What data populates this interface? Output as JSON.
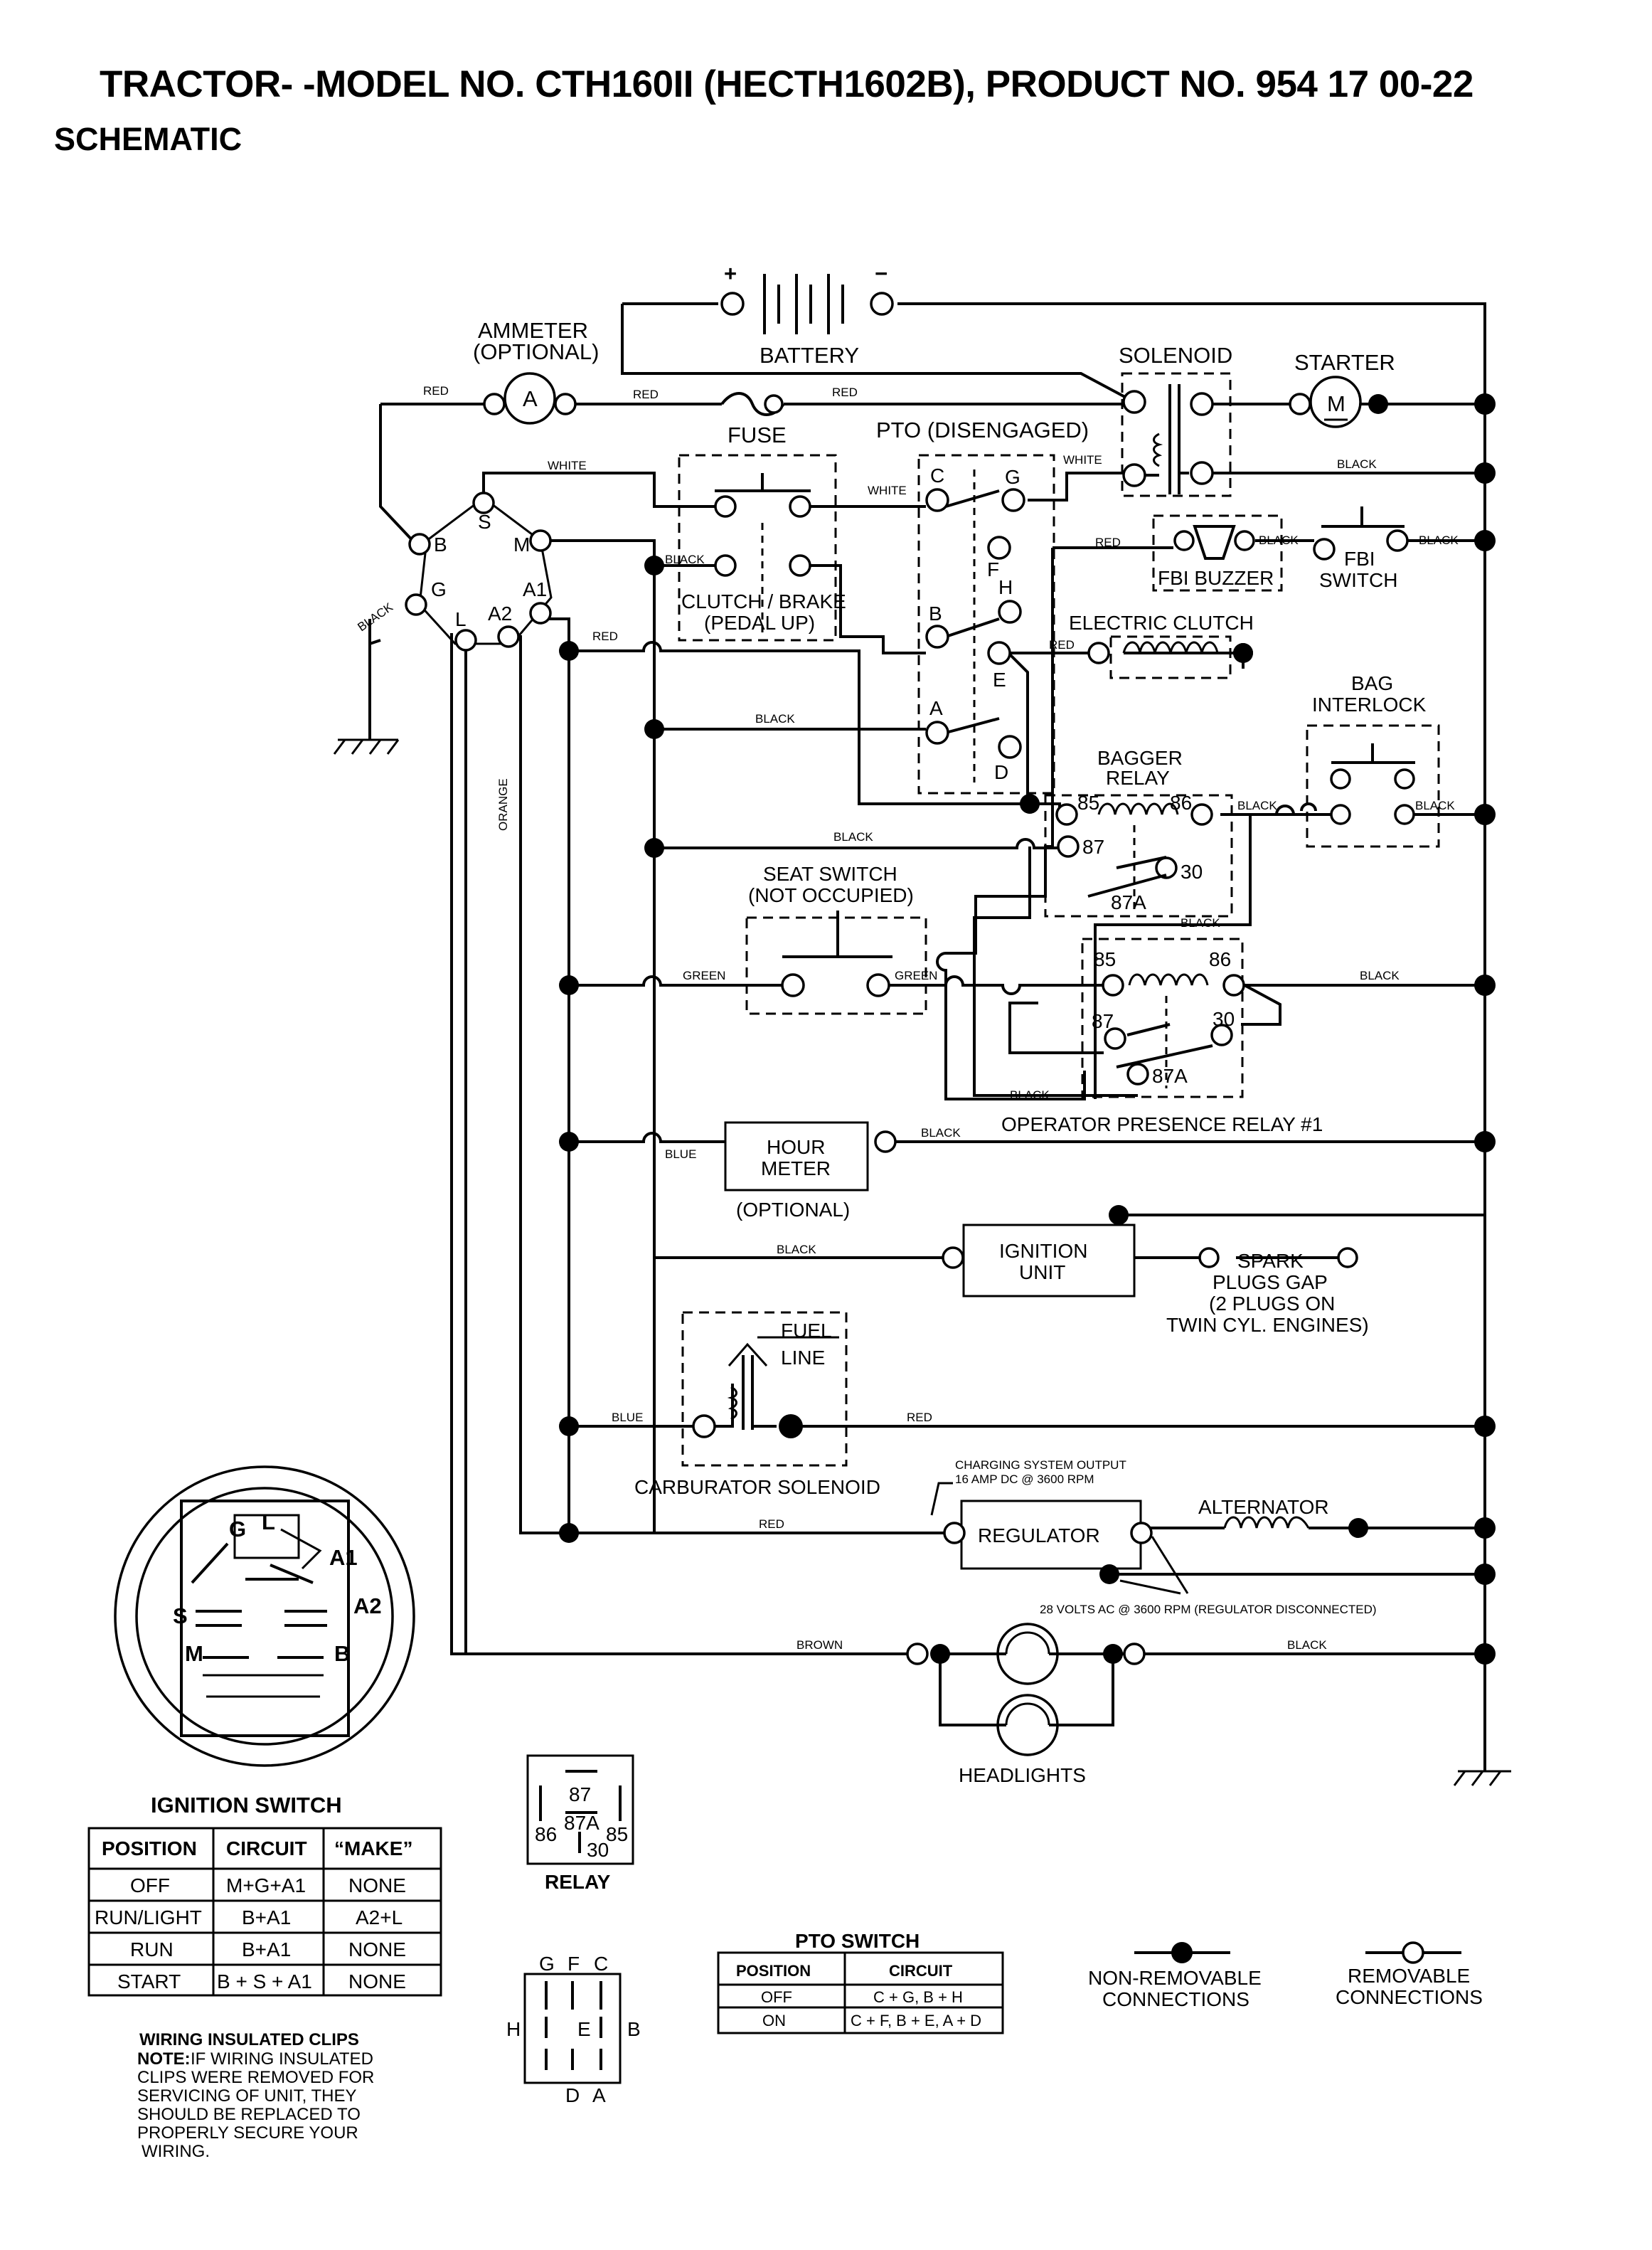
{
  "title": "TRACTOR- -MODEL NO. CTH160II (HECTH1602B), PRODUCT NO. 954 17 00-22",
  "subtitle": "SCHEMATIC",
  "components": {
    "battery": "BATTERY",
    "battery_plus": "+",
    "battery_minus": "−",
    "ammeter": "AMMETER",
    "ammeter_opt": "(OPTIONAL)",
    "ammeter_symbol": "A",
    "fuse": "FUSE",
    "solenoid": "SOLENOID",
    "starter": "STARTER",
    "starter_symbol": "M",
    "pto": "PTO (DISENGAGED)",
    "fbi_buzzer": "FBI BUZZER",
    "fbi_switch_1": "FBI",
    "fbi_switch_2": "SWITCH",
    "clutch_brake_1": "CLUTCH / BRAKE",
    "clutch_brake_2": "(PEDAL UP)",
    "electric_clutch": "ELECTRIC CLUTCH",
    "bag_interlock_1": "BAG",
    "bag_interlock_2": "INTERLOCK",
    "bagger_relay_1": "BAGGER",
    "bagger_relay_2": "RELAY",
    "seat_switch_1": "SEAT SWITCH",
    "seat_switch_2": "(NOT OCCUPIED)",
    "operator_relay": "OPERATOR PRESENCE RELAY #1",
    "hour_meter_1": "HOUR",
    "hour_meter_2": "METER",
    "hour_meter_opt": "(OPTIONAL)",
    "ignition_unit_1": "IGNITION",
    "ignition_unit_2": "UNIT",
    "spark_1": "SPARK",
    "spark_2": "PLUGS GAP",
    "spark_3": "(2 PLUGS ON",
    "spark_4": "TWIN CYL. ENGINES)",
    "fuel_line_1": "FUEL",
    "fuel_line_2": "LINE",
    "carb_solenoid": "CARBURATOR SOLENOID",
    "charging_1": "CHARGING SYSTEM OUTPUT",
    "charging_2": "16 AMP DC @ 3600 RPM",
    "alternator": "ALTERNATOR",
    "regulator": "REGULATOR",
    "volts_note": "28 VOLTS AC @ 3600 RPM (REGULATOR DISCONNECTED)",
    "headlights": "HEADLIGHTS"
  },
  "wire_labels": {
    "red": "RED",
    "white": "WHITE",
    "black": "BLACK",
    "green": "GREEN",
    "blue": "BLUE",
    "orange": "ORANGE",
    "brown": "BROWN"
  },
  "terminals": {
    "ign_s": "S",
    "ign_m": "M",
    "ign_b": "B",
    "ign_g": "G",
    "ign_l": "L",
    "ign_a1": "A1",
    "ign_a2": "A2",
    "pto_c": "C",
    "pto_g": "G",
    "pto_f": "F",
    "pto_h": "H",
    "pto_b": "B",
    "pto_e": "E",
    "pto_a": "A",
    "pto_d": "D",
    "r85": "85",
    "r86": "86",
    "r87": "87",
    "r30": "30",
    "r87a": "87A"
  },
  "ignition_switch": {
    "title": "IGNITION SWITCH",
    "headers": [
      "POSITION",
      "CIRCUIT",
      "“MAKE”"
    ],
    "rows": [
      [
        "OFF",
        "M+G+A1",
        "NONE"
      ],
      [
        "RUN/LIGHT",
        "B+A1",
        "A2+L"
      ],
      [
        "RUN",
        "B+A1",
        "NONE"
      ],
      [
        "START",
        "B + S + A1",
        "NONE"
      ]
    ],
    "face_labels": {
      "g": "G",
      "l": "L",
      "a1": "A1",
      "s": "S",
      "a2": "A2",
      "m": "M",
      "b": "B"
    }
  },
  "relay_legend": {
    "title": "RELAY",
    "pins": {
      "p87": "87",
      "p87a": "87A",
      "p86": "86",
      "p85": "85",
      "p30": "30"
    }
  },
  "pto_switch_legend": {
    "title": "PTO SWITCH",
    "headers": [
      "POSITION",
      "CIRCUIT"
    ],
    "rows": [
      [
        "OFF",
        "C + G, B + H"
      ],
      [
        "ON",
        "C + F, B + E, A + D"
      ]
    ],
    "pins": {
      "g": "G",
      "f": "F",
      "c": "C",
      "h": "H",
      "e": "E",
      "b": "B",
      "d": "D",
      "a": "A"
    }
  },
  "connection_legend": {
    "non_removable_1": "NON-REMOVABLE",
    "non_removable_2": "CONNECTIONS",
    "removable_1": "REMOVABLE",
    "removable_2": "CONNECTIONS"
  },
  "clips_note": {
    "heading": "WIRING INSULATED CLIPS",
    "lead": "NOTE:",
    "lines": [
      "IF WIRING INSULATED",
      "CLIPS WERE REMOVED FOR",
      "SERVICING OF UNIT, THEY",
      "SHOULD BE REPLACED TO",
      "PROPERLY SECURE YOUR",
      "WIRING."
    ]
  }
}
